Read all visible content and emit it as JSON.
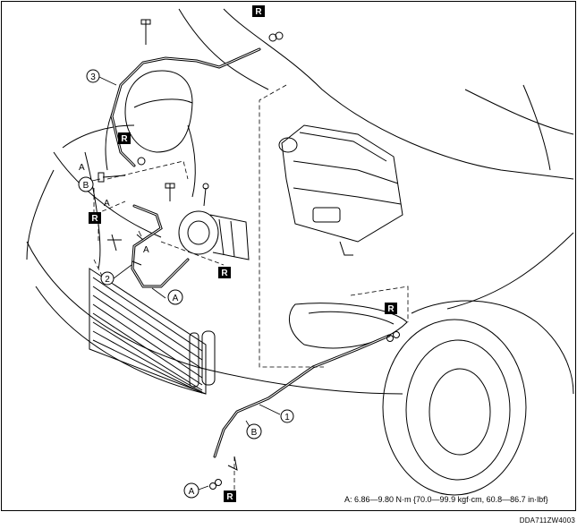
{
  "diagram": {
    "callouts": {
      "part_1": "1",
      "part_2": "2",
      "part_3": "3"
    },
    "circle_labels": {
      "a_bottom": "A",
      "b_pipe": "B",
      "b_left": "B",
      "a_hose": "A"
    },
    "plain_labels": {
      "a_left": "A",
      "a_bolt": "A",
      "a_compressor": "A"
    },
    "replace_marks": {
      "top": "R",
      "upper_left": "R",
      "left": "R",
      "compressor": "R",
      "right": "R",
      "bottom": "R"
    },
    "torque_note": "A: 6.86—9.80 N·m {70.0—99.9 kgf·cm, 60.8—86.7 in·lbf}",
    "figure_code": "DDA711ZW4003"
  }
}
